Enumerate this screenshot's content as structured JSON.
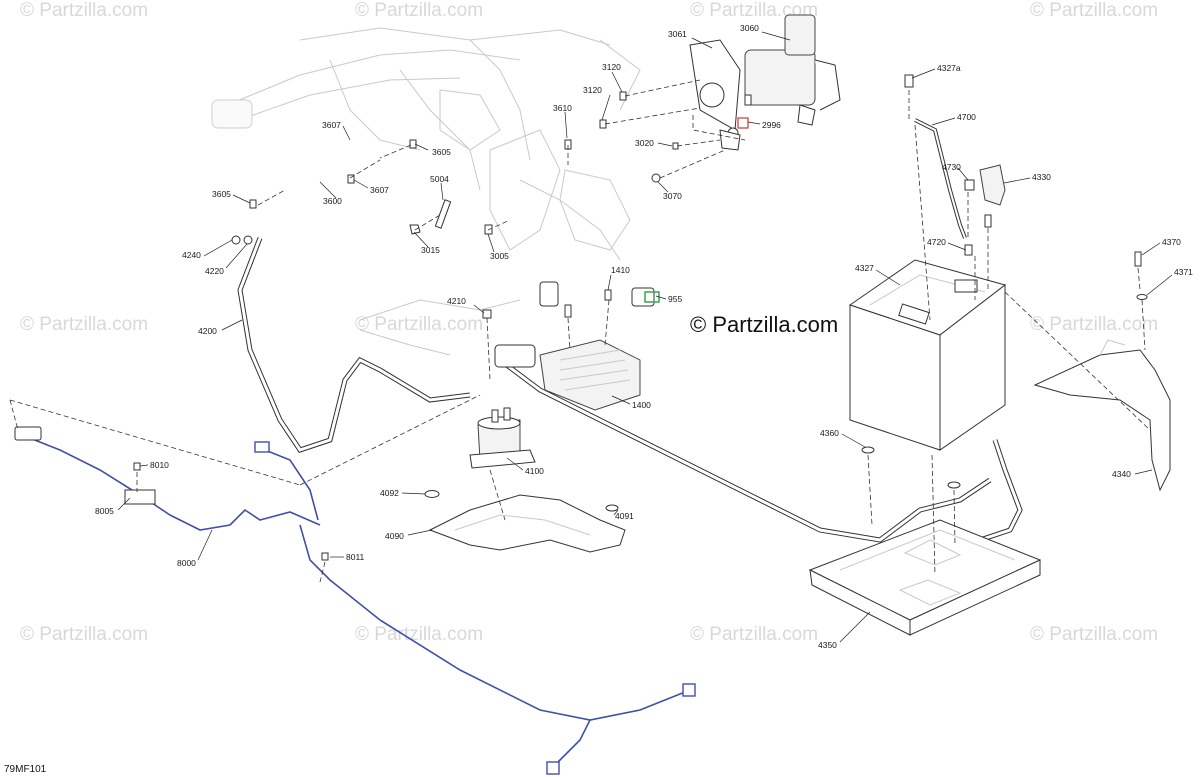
{
  "diagram": {
    "reference_code": "79MF101",
    "watermark": "© Partzilla.com",
    "main_watermark": "© Partzilla.com",
    "callouts": [
      "3061",
      "3060",
      "3120",
      "3120",
      "3610",
      "3020",
      "2996",
      "3070",
      "3607",
      "3605",
      "3605",
      "3607",
      "3600",
      "5004",
      "3015",
      "3005",
      "4327a",
      "4700",
      "4730",
      "4330",
      "4720",
      "4240",
      "4220",
      "4200",
      "1410",
      "955",
      "4210",
      "1400",
      "4327",
      "4370",
      "4371",
      "4360",
      "4340",
      "4100",
      "8010",
      "8005",
      "8000",
      "4092",
      "4090",
      "4091",
      "8011",
      "4350"
    ],
    "colors": {
      "harness": "#4050a8",
      "connector_highlight": "#3aa64a",
      "marker": "#d0323a"
    }
  }
}
